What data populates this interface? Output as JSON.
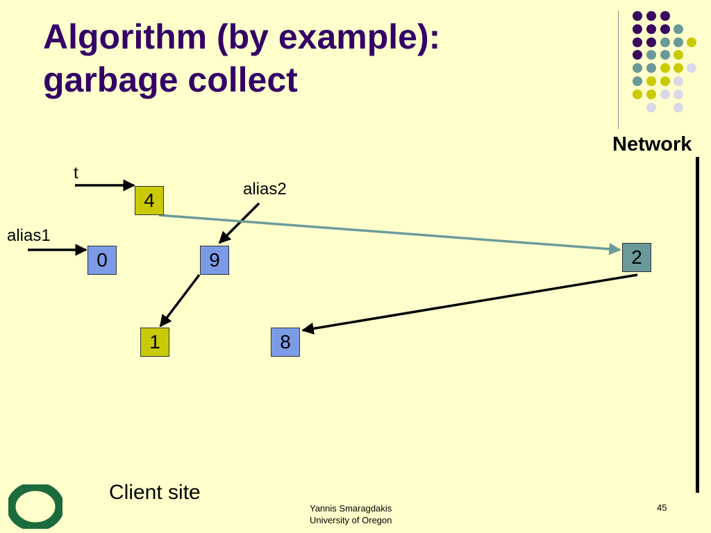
{
  "title": {
    "line1": "Algorithm (by example):",
    "line2": "garbage collect"
  },
  "network_label": "Network",
  "client_label": "Client site",
  "labels": {
    "t": "t",
    "alias1": "alias1",
    "alias2": "alias2"
  },
  "nodes": [
    {
      "id": "n4",
      "value": "4",
      "color": "#c9c905"
    },
    {
      "id": "n0",
      "value": "0",
      "color": "#7b9be6"
    },
    {
      "id": "n9",
      "value": "9",
      "color": "#7b9be6"
    },
    {
      "id": "n1",
      "value": "1",
      "color": "#c9c905"
    },
    {
      "id": "n8",
      "value": "8",
      "color": "#7b9be6"
    },
    {
      "id": "n2",
      "value": "2",
      "color": "#6b9898"
    }
  ],
  "footer": {
    "author": "Yannis Smaragdakis",
    "affiliation": "University of Oregon",
    "page": "45"
  },
  "colors": {
    "background": "#ffffcc",
    "title": "#330066",
    "purple_dot": "#3a0a5e",
    "teal_dot": "#6b9898",
    "yellow_dot": "#c9c905",
    "light_dot": "#d8d8e8",
    "logo_green": "#1c6b3c",
    "teal_arrow": "#6b9b9b"
  }
}
